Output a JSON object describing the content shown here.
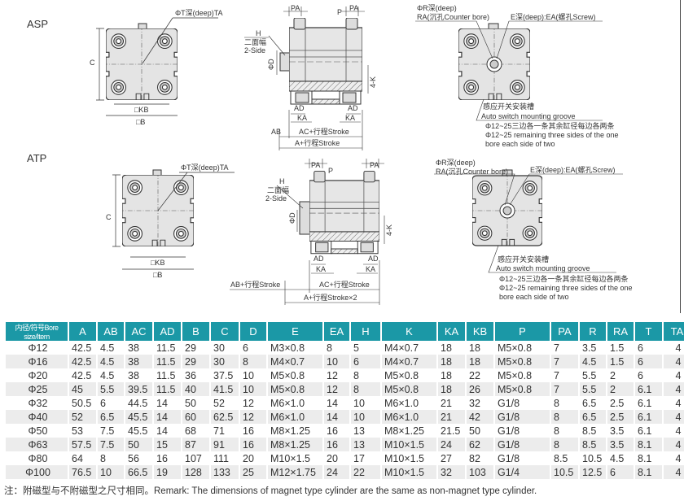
{
  "asp": {
    "label": "ASP",
    "t_label": "ΦT深(deep)TA",
    "c": "C",
    "kb": "□KB",
    "b": "□B",
    "pa_left": "PA",
    "p": "P",
    "pa_right": "PA",
    "h": "H",
    "two_side_cn": "二面幅",
    "two_side": "2-Side",
    "phi_d": "ΦD",
    "k": "4-K",
    "ad_left": "AD",
    "ad_right": "AD",
    "ka_left": "KA",
    "ka_right": "KA",
    "ab": "AB",
    "ac_stroke": "AC+行程Stroke",
    "a_stroke": "A+行程Stroke",
    "r": "ΦR深(deep)",
    "ra": "RA(沉孔Counter bore)",
    "e": "E深(deep):EA(螺孔Screw)",
    "groove_cn": "感应开关安装槽",
    "groove": "Auto switch mounting groove",
    "note_cn": "Φ12~25三边各一条其余缸径每边各两条",
    "note1": "Φ12~25 remaining three sides of the one",
    "note2": "bore each side of two"
  },
  "atp": {
    "label": "ATP",
    "t_label": "ΦT深(deep)TA",
    "c": "C",
    "kb": "□KB",
    "b": "□B",
    "pa_left": "PA",
    "p": "P",
    "pa_right": "PA",
    "h": "H",
    "two_side_cn": "二面幅",
    "two_side": "2-Side",
    "phi_d": "ΦD",
    "k": "4-K",
    "ad_left": "AD",
    "ad_right": "AD",
    "ka_left": "KA",
    "ka_right": "KA",
    "ab_stroke": "AB+行程Stroke",
    "ac_stroke": "AC+行程Stroke",
    "a_stroke": "A+行程Stroke×2",
    "r": "ΦR深(deep)",
    "ra": "RA(沉孔Counter bore)",
    "e": "E深(deep):EA(螺孔Screw)",
    "groove_cn": "感应开关安装槽",
    "groove": "Auto switch mounting groove",
    "note_cn": "Φ12~25三边各一条其余缸径每边各两条",
    "note1": "Φ12~25 remaining three sides of the one",
    "note2": "bore each side of two"
  },
  "table": {
    "headers": [
      "内径/符号Bore size/Item",
      "A",
      "AB",
      "AC",
      "AD",
      "B",
      "C",
      "D",
      "E",
      "EA",
      "H",
      "K",
      "KA",
      "KB",
      "P",
      "PA",
      "R",
      "RA",
      "T",
      "TA"
    ],
    "rows": [
      [
        "Φ12",
        "42.5",
        "4.5",
        "38",
        "11.5",
        "29",
        "30",
        "6",
        "M3×0.8",
        "8",
        "5",
        "M4×0.7",
        "18",
        "18",
        "M5×0.8",
        "7",
        "3.5",
        "1.5",
        "6",
        "4"
      ],
      [
        "Φ16",
        "42.5",
        "4.5",
        "38",
        "11.5",
        "29",
        "30",
        "8",
        "M4×0.7",
        "10",
        "6",
        "M4×0.7",
        "18",
        "18",
        "M5×0.8",
        "7",
        "4.5",
        "1.5",
        "6",
        "4"
      ],
      [
        "Φ20",
        "42.5",
        "4.5",
        "38",
        "11.5",
        "36",
        "37.5",
        "10",
        "M5×0.8",
        "12",
        "8",
        "M5×0.8",
        "18",
        "22",
        "M5×0.8",
        "7",
        "5.5",
        "2",
        "6",
        "4"
      ],
      [
        "Φ25",
        "45",
        "5.5",
        "39.5",
        "11.5",
        "40",
        "41.5",
        "10",
        "M5×0.8",
        "12",
        "8",
        "M5×0.8",
        "18",
        "26",
        "M5×0.8",
        "7",
        "5.5",
        "2",
        "6.1",
        "4"
      ],
      [
        "Φ32",
        "50.5",
        "6",
        "44.5",
        "14",
        "50",
        "52",
        "12",
        "M6×1.0",
        "14",
        "10",
        "M6×1.0",
        "21",
        "32",
        "G1/8",
        "8",
        "6.5",
        "2.5",
        "6.1",
        "4"
      ],
      [
        "Φ40",
        "52",
        "6.5",
        "45.5",
        "14",
        "60",
        "62.5",
        "12",
        "M6×1.0",
        "14",
        "10",
        "M6×1.0",
        "21",
        "42",
        "G1/8",
        "8",
        "6.5",
        "2.5",
        "6.1",
        "4"
      ],
      [
        "Φ50",
        "53",
        "7.5",
        "45.5",
        "14",
        "68",
        "71",
        "16",
        "M8×1.25",
        "16",
        "13",
        "M8×1.25",
        "21.5",
        "50",
        "G1/8",
        "8",
        "8.5",
        "3.5",
        "6.1",
        "4"
      ],
      [
        "Φ63",
        "57.5",
        "7.5",
        "50",
        "15",
        "87",
        "91",
        "16",
        "M8×1.25",
        "16",
        "13",
        "M10×1.5",
        "24",
        "62",
        "G1/8",
        "8",
        "8.5",
        "3.5",
        "8.1",
        "4"
      ],
      [
        "Φ80",
        "64",
        "8",
        "56",
        "16",
        "107",
        "111",
        "20",
        "M10×1.5",
        "20",
        "17",
        "M10×1.5",
        "27",
        "82",
        "G1/8",
        "8.5",
        "10.5",
        "4.5",
        "8.1",
        "4"
      ],
      [
        "Φ100",
        "76.5",
        "10",
        "66.5",
        "19",
        "128",
        "133",
        "25",
        "M12×1.75",
        "24",
        "22",
        "M10×1.5",
        "32",
        "103",
        "G1/4",
        "10.5",
        "12.5",
        "6",
        "8.1",
        "4"
      ]
    ]
  },
  "remark": "注：附磁型与不附磁型之尺寸相同。Remark: The dimensions of magnet type cylinder are the same as non-magnet type cylinder."
}
